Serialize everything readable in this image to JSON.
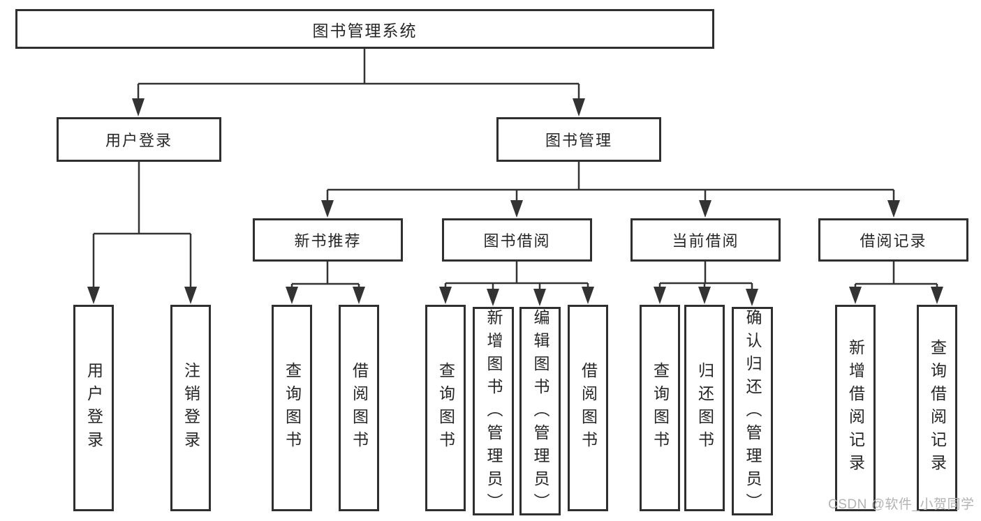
{
  "diagram": {
    "root": {
      "label": "图书管理系统"
    },
    "branches": [
      {
        "label": "用户登录",
        "children": [
          {
            "label": "用户登录"
          },
          {
            "label": "注销登录"
          }
        ]
      },
      {
        "label": "图书管理",
        "children": [
          {
            "label": "新书推荐",
            "children": [
              {
                "label": "查询图书"
              },
              {
                "label": "借阅图书"
              }
            ]
          },
          {
            "label": "图书借阅",
            "children": [
              {
                "label": "查询图书"
              },
              {
                "label": "新增图书（管理员）"
              },
              {
                "label": "编辑图书（管理员）"
              },
              {
                "label": "借阅图书"
              }
            ]
          },
          {
            "label": "当前借阅",
            "children": [
              {
                "label": "查询图书"
              },
              {
                "label": "归还图书"
              },
              {
                "label": "确认归还（管理员）"
              }
            ]
          },
          {
            "label": "借阅记录",
            "children": [
              {
                "label": "新增借阅记录"
              },
              {
                "label": "查询借阅记录"
              }
            ]
          }
        ]
      }
    ]
  },
  "watermark": {
    "text": "CSDN @软件_小贺同学"
  },
  "colors": {
    "line": "#333333",
    "box_border": "#2f2f2f",
    "text": "#262626",
    "watermark": "#b3b3b3",
    "background": "#ffffff"
  }
}
